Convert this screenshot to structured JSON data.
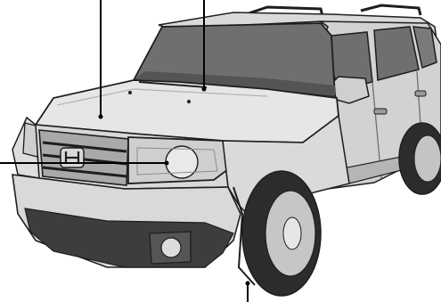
{
  "figure": {
    "subject": "suv-front-three-quarter-view",
    "callouts": [
      {
        "id": "hood",
        "target": "hood"
      },
      {
        "id": "windshield",
        "target": "windshield"
      },
      {
        "id": "headlight",
        "target": "headlight"
      },
      {
        "id": "front-tire",
        "target": "front-tire"
      }
    ]
  },
  "colors": {
    "body_light": "#e6e6e6",
    "body_mid": "#cfcfcf",
    "body_shade": "#a9a9a9",
    "glass": "#6f6f6f",
    "glass_dark": "#545454",
    "bumper_dark": "#3d3d3d",
    "tire": "#2c2c2c",
    "outline": "#1e1e1e",
    "leader": "#000000"
  }
}
